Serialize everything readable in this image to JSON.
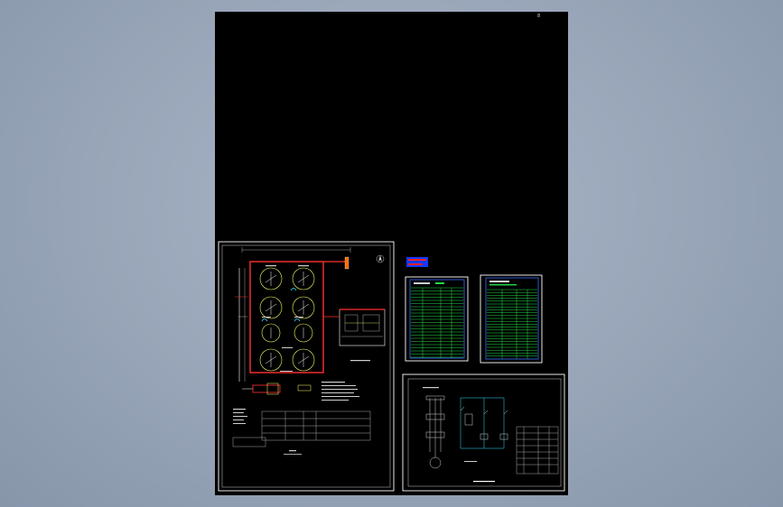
{
  "viewport": {
    "background": "#98a5b8"
  },
  "sheet": {
    "background": "#000000",
    "corner_mark": "8"
  },
  "colors": {
    "frame": "#ffffff",
    "outline": "#ff3030",
    "symbols": "#ffff66",
    "tables": "#22dd44",
    "table_frame": "#3a6cff",
    "text": "#cfcfcf"
  },
  "drawings": {
    "layout_plan": {
      "symbol_count": 8
    },
    "schedule_tables": {
      "count": 2
    },
    "circuit_schematic": {
      "branches": 2
    }
  }
}
